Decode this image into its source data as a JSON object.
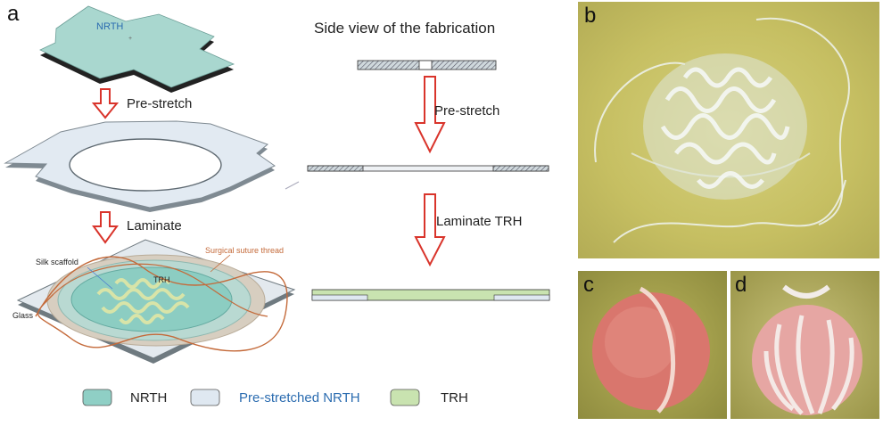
{
  "panels": {
    "a": "a",
    "b": "b",
    "c": "c",
    "d": "d"
  },
  "panel_a": {
    "nrth_sheet_label": "NRTH",
    "step1_label": "Pre-stretch",
    "step2_label": "Laminate",
    "silk_scaffold_label": "Silk scaffold",
    "suture_label": "Surgical suture thread",
    "trh_label": "TRH",
    "glass_label": "Glass",
    "side_view_title": "Side view of the fabrication",
    "side_step1_label": "Pre-stretch",
    "side_step2_label": "Laminate TRH"
  },
  "legend": [
    {
      "label": "NRTH",
      "color": "#8fcfc5",
      "text_color": "#222222"
    },
    {
      "label": "Pre-stretched NRTH",
      "color": "#dfe8f1",
      "text_color": "#2b6cb0"
    },
    {
      "label": "TRH",
      "color": "#c9e3b0",
      "text_color": "#222222"
    }
  ],
  "colors": {
    "arrow": "#d9342b",
    "suture": "#c46a3a",
    "photo_background": "#c9c36a",
    "sphere": "#d9766d"
  }
}
